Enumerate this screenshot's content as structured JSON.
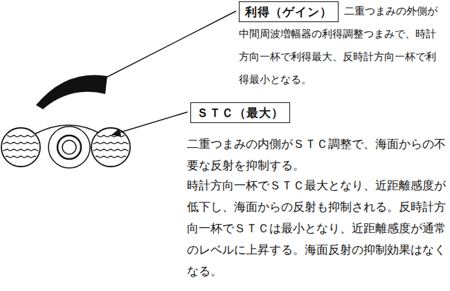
{
  "diagram": {
    "nodes": [
      {
        "text": [
          "利得（ゲイン）"
        ]
      },
      {
        "text": [
          "ＳＴＣ（最大）"
        ]
      }
    ],
    "labels": [
      "二重つまみの外側が中間周波増幅器の利得調整つまみで、時計方向一杯で利得最大、反時計方向一杯で利得最小となる。",
      "二重つまみの内側がＳＴＣ調整で、海面からの不要な反射を抑制する。",
      "時計方向一杯でＳＴＣ最大となり、近距離感度が低下し、海面からの反射も抑制される。反時計方向一杯でＳＴＣは最小となり、近距離感度が通常のレベルに上昇する。海面反射の抑制効果はなくなる。"
    ]
  }
}
